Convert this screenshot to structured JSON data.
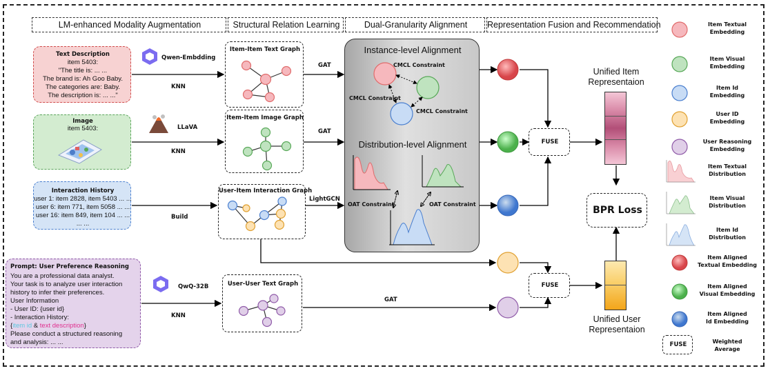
{
  "stages": [
    "LM-enhanced Modality Augmentation",
    "Structural Relation Learning",
    "Dual-Granularity Alignment",
    "Representation Fusion and Recommendation"
  ],
  "inputs": {
    "text": {
      "title": "Text Description",
      "lines": [
        "item 5403:",
        "\"The title is: ... ...",
        "The brand is: Ah Goo Baby.",
        "The categories are: Baby.",
        "The description is: ... ...\""
      ]
    },
    "image": {
      "title": "Image",
      "item": "item 5403:"
    },
    "history": {
      "title": "Interaction History",
      "lines": [
        "user 1: item 2828, item 5403 ... ...",
        "user 6: item 771, item 5058 ... ...",
        "user 16: item 849, item 104 ... ...",
        "... ..."
      ]
    },
    "prompt": {
      "title": "Prompt: User Preference Reasoning",
      "lines": [
        "You are a professional data analyst.",
        "Your task is to analyze user interaction",
        "history to infer their preferences.",
        "User Information",
        "- User ID: {user id}",
        "- Interaction History:"
      ],
      "history_open": "{",
      "history_item": "item id",
      "history_amp": " & ",
      "history_text": "text description",
      "history_close": "}",
      "tail": [
        "Please conduct a structured reasoning",
        "and analysis: ... ..."
      ]
    }
  },
  "models": {
    "qwen_embedding": "Qwen-Embdding",
    "llava": "LLaVA",
    "qwq": "QwQ-32B"
  },
  "edges": {
    "knn": "KNN",
    "build": "Build",
    "gat": "GAT",
    "lightgcn": "LightGCN"
  },
  "graphs": {
    "text": "Item-Item Text Graph",
    "image": "Item-Item Image Graph",
    "interaction": "User-Item Interaction Graph",
    "user": "User-User Text Graph"
  },
  "alignment": {
    "instance": "Instance-level Alignment",
    "distribution": "Distribution-level Alignment",
    "cmcl": "CMCL Constraint",
    "oat": "OAT Constraint"
  },
  "fusion": {
    "fuse": "FUSE",
    "unified_item": [
      "Unified Item",
      "Representaion"
    ],
    "unified_user": [
      "Unified User",
      "Representaion"
    ],
    "bpr": "BPR Loss"
  },
  "legend": [
    {
      "label": [
        "Item Textual",
        "Embedding"
      ],
      "color": "#f6b8bd"
    },
    {
      "label": [
        "Item Visual",
        "Embedding"
      ],
      "color": "#bfe3bf"
    },
    {
      "label": [
        "Item Id",
        "Embedding"
      ],
      "color": "#c8dcf5"
    },
    {
      "label": [
        "User ID",
        "Embedding"
      ],
      "color": "#fde2b3"
    },
    {
      "label": [
        "User Reasoning",
        "Embedding"
      ],
      "color": "#e0cfe8"
    },
    {
      "label": [
        "Item Textual",
        "Distribution"
      ],
      "color": "#f6b8bd"
    },
    {
      "label": [
        "Item Visual",
        "Distribution"
      ],
      "color": "#bfe3bf"
    },
    {
      "label": [
        "Item Id",
        "Distribution"
      ],
      "color": "#c8dcf5"
    },
    {
      "label": [
        "Item Aligned",
        "Textual Embedding"
      ],
      "color": "#e0555a"
    },
    {
      "label": [
        "Item Aligned",
        "Visual Embedding"
      ],
      "color": "#5fbf5f"
    },
    {
      "label": [
        "Item Aligned",
        "Id Embedding"
      ],
      "color": "#4f85d6"
    },
    {
      "label": [
        "Weighted",
        "Average"
      ],
      "key": "FUSE"
    }
  ]
}
